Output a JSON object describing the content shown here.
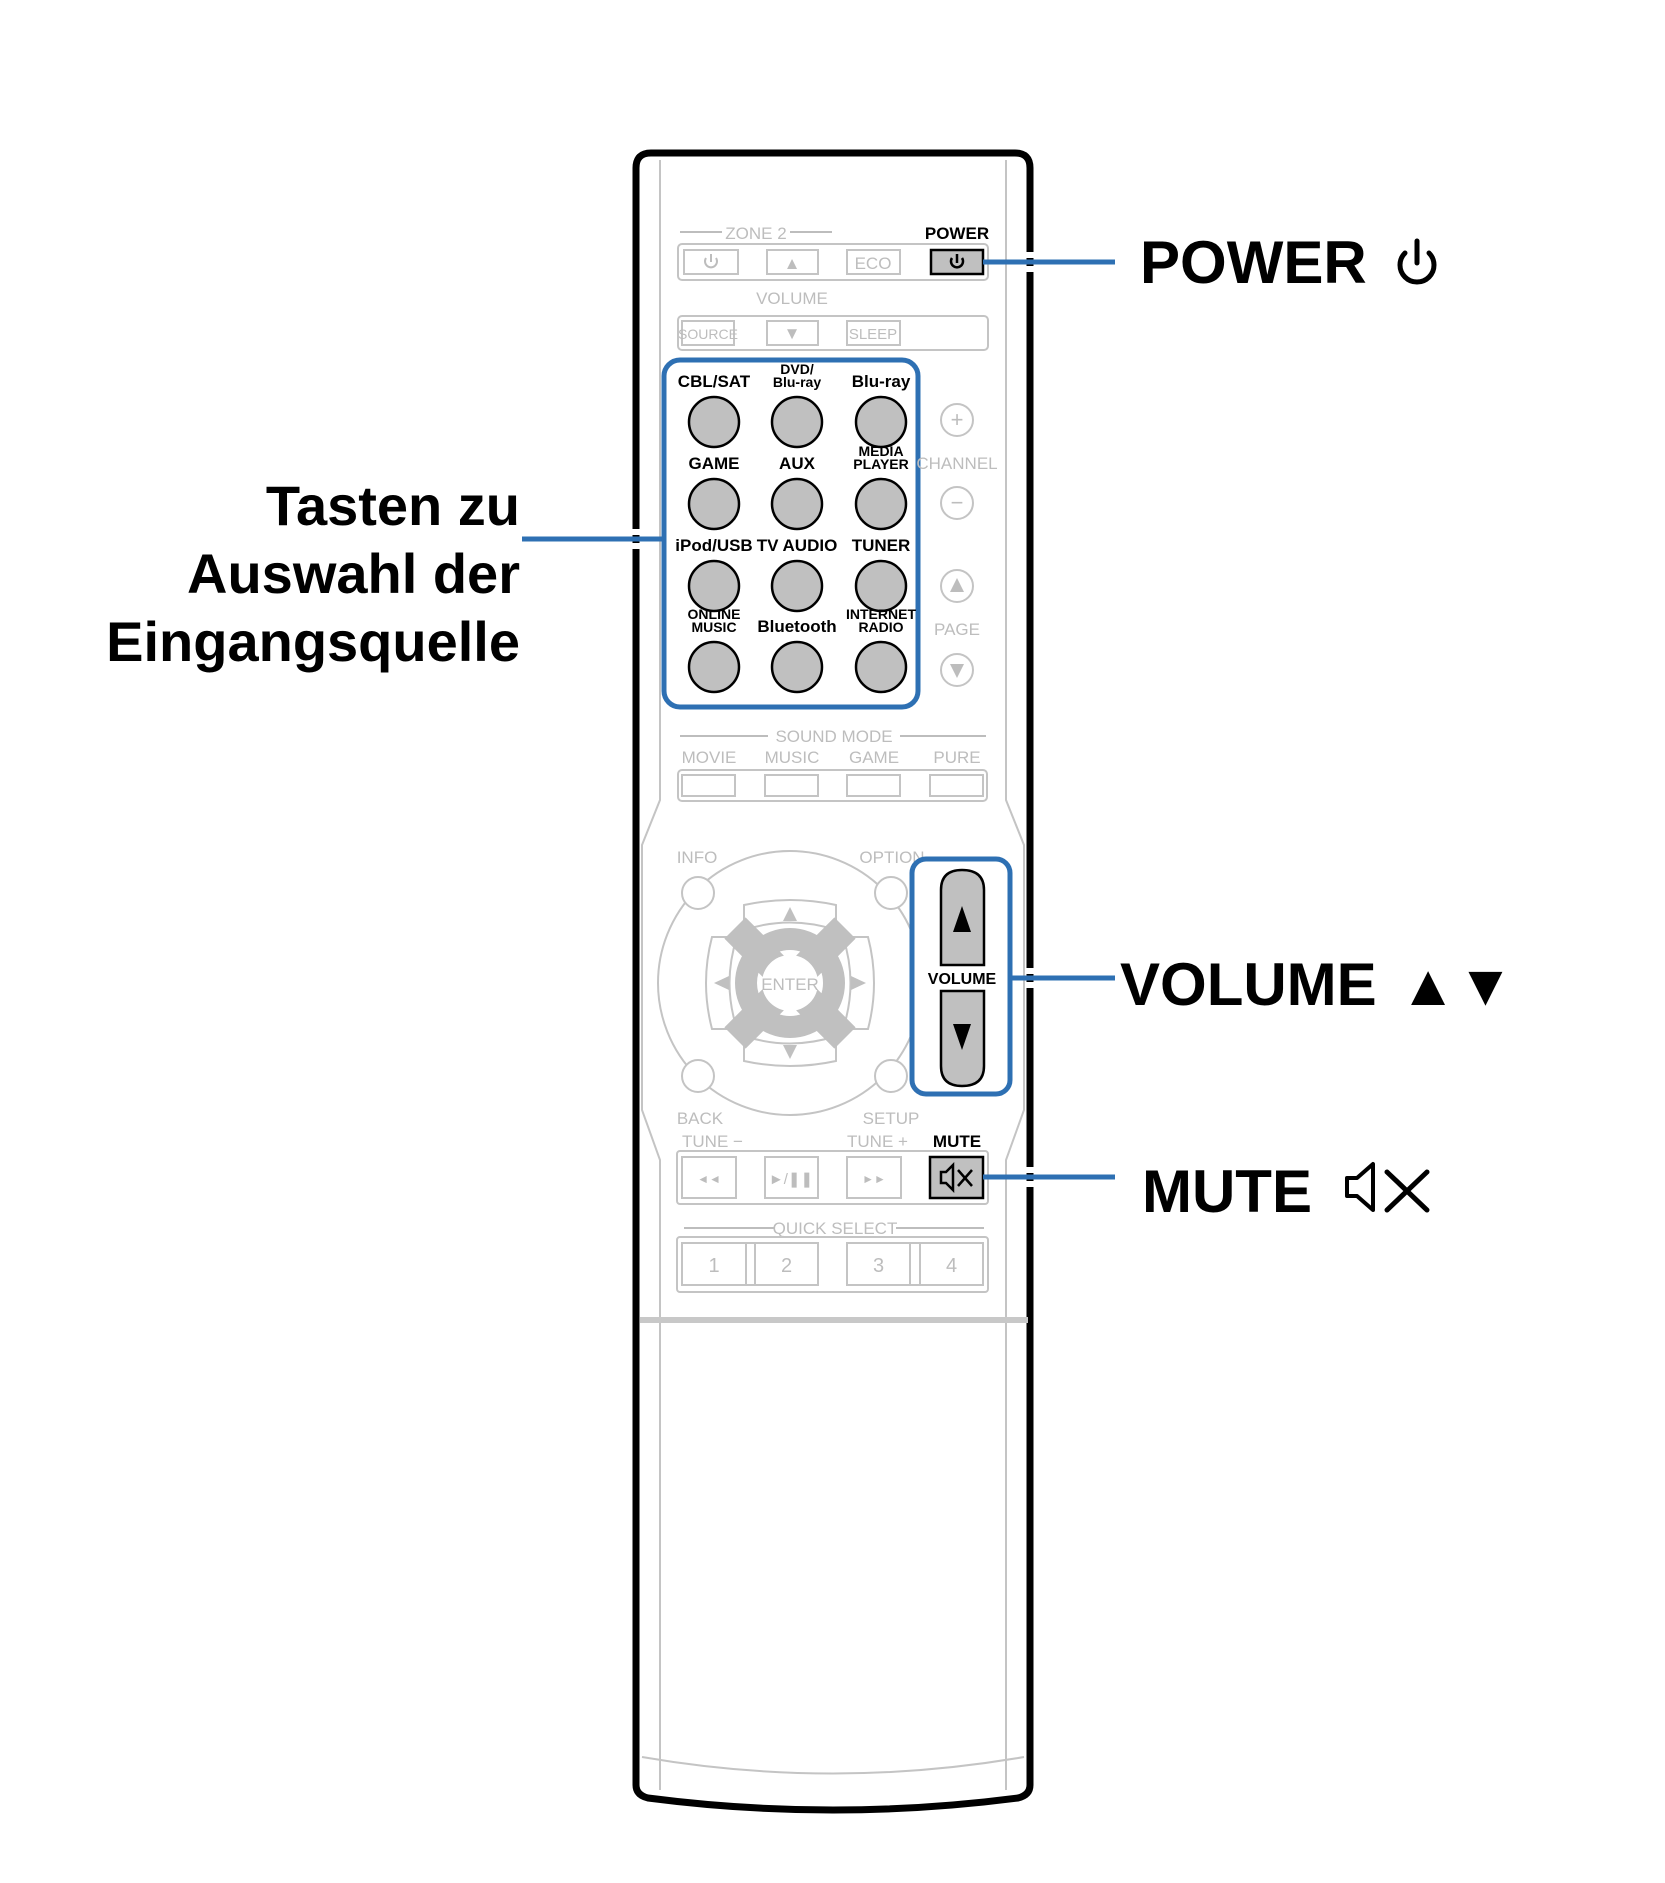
{
  "figure": {
    "colors": {
      "callout_line": "#2e70b3",
      "button_fill": "#c0c0c0",
      "inactive_gray": "#bdbdbd",
      "outline": "#000000"
    }
  },
  "callouts": {
    "power": {
      "label": "POWER",
      "icon": "power-icon"
    },
    "input_select": {
      "lines": [
        "Tasten zu",
        "Auswahl der",
        "Eingangsquelle"
      ]
    },
    "volume": {
      "label": "VOLUME",
      "icon": "up-down-triangles-icon",
      "icon_text": "▲▼"
    },
    "mute": {
      "label": "MUTE",
      "icon": "speaker-mute-icon"
    }
  },
  "remote": {
    "zone2": {
      "header": "ZONE 2",
      "power_label": "POWER",
      "volume_label": "VOLUME",
      "eco_label": "ECO",
      "source_label": "SOURCE",
      "sleep_label": "SLEEP",
      "up_glyph": "▲",
      "down_glyph": "▼"
    },
    "inputs": [
      {
        "lines": [
          "CBL/SAT"
        ]
      },
      {
        "lines": [
          "DVD/",
          "Blu-ray"
        ]
      },
      {
        "lines": [
          "Blu-ray"
        ]
      },
      {
        "lines": [
          "GAME"
        ]
      },
      {
        "lines": [
          "AUX"
        ]
      },
      {
        "lines": [
          "MEDIA",
          "PLAYER"
        ]
      },
      {
        "lines": [
          "iPod/USB"
        ]
      },
      {
        "lines": [
          "TV AUDIO"
        ]
      },
      {
        "lines": [
          "TUNER"
        ]
      },
      {
        "lines": [
          "ONLINE",
          "MUSIC"
        ]
      },
      {
        "lines": [
          "Bluetooth"
        ]
      },
      {
        "lines": [
          "INTERNET",
          "RADIO"
        ]
      }
    ],
    "channel_label": "CHANNEL",
    "page_label": "PAGE",
    "plus_glyph": "+",
    "minus_glyph": "−",
    "sound_mode": {
      "header": "SOUND MODE",
      "buttons": [
        "MOVIE",
        "MUSIC",
        "GAME",
        "PURE"
      ]
    },
    "nav": {
      "info": "INFO",
      "option": "OPTION",
      "back": "BACK",
      "setup": "SETUP",
      "enter": "ENTER"
    },
    "volume_label": "VOLUME",
    "transport": {
      "tune_minus": "TUNE −",
      "tune_plus": "TUNE +",
      "mute": "MUTE",
      "prev_glyph": "◄◄",
      "playpause_glyph": "►/❚❚",
      "next_glyph": "►►"
    },
    "quick_select": {
      "header": "QUICK SELECT",
      "buttons": [
        "1",
        "2",
        "3",
        "4"
      ]
    }
  }
}
